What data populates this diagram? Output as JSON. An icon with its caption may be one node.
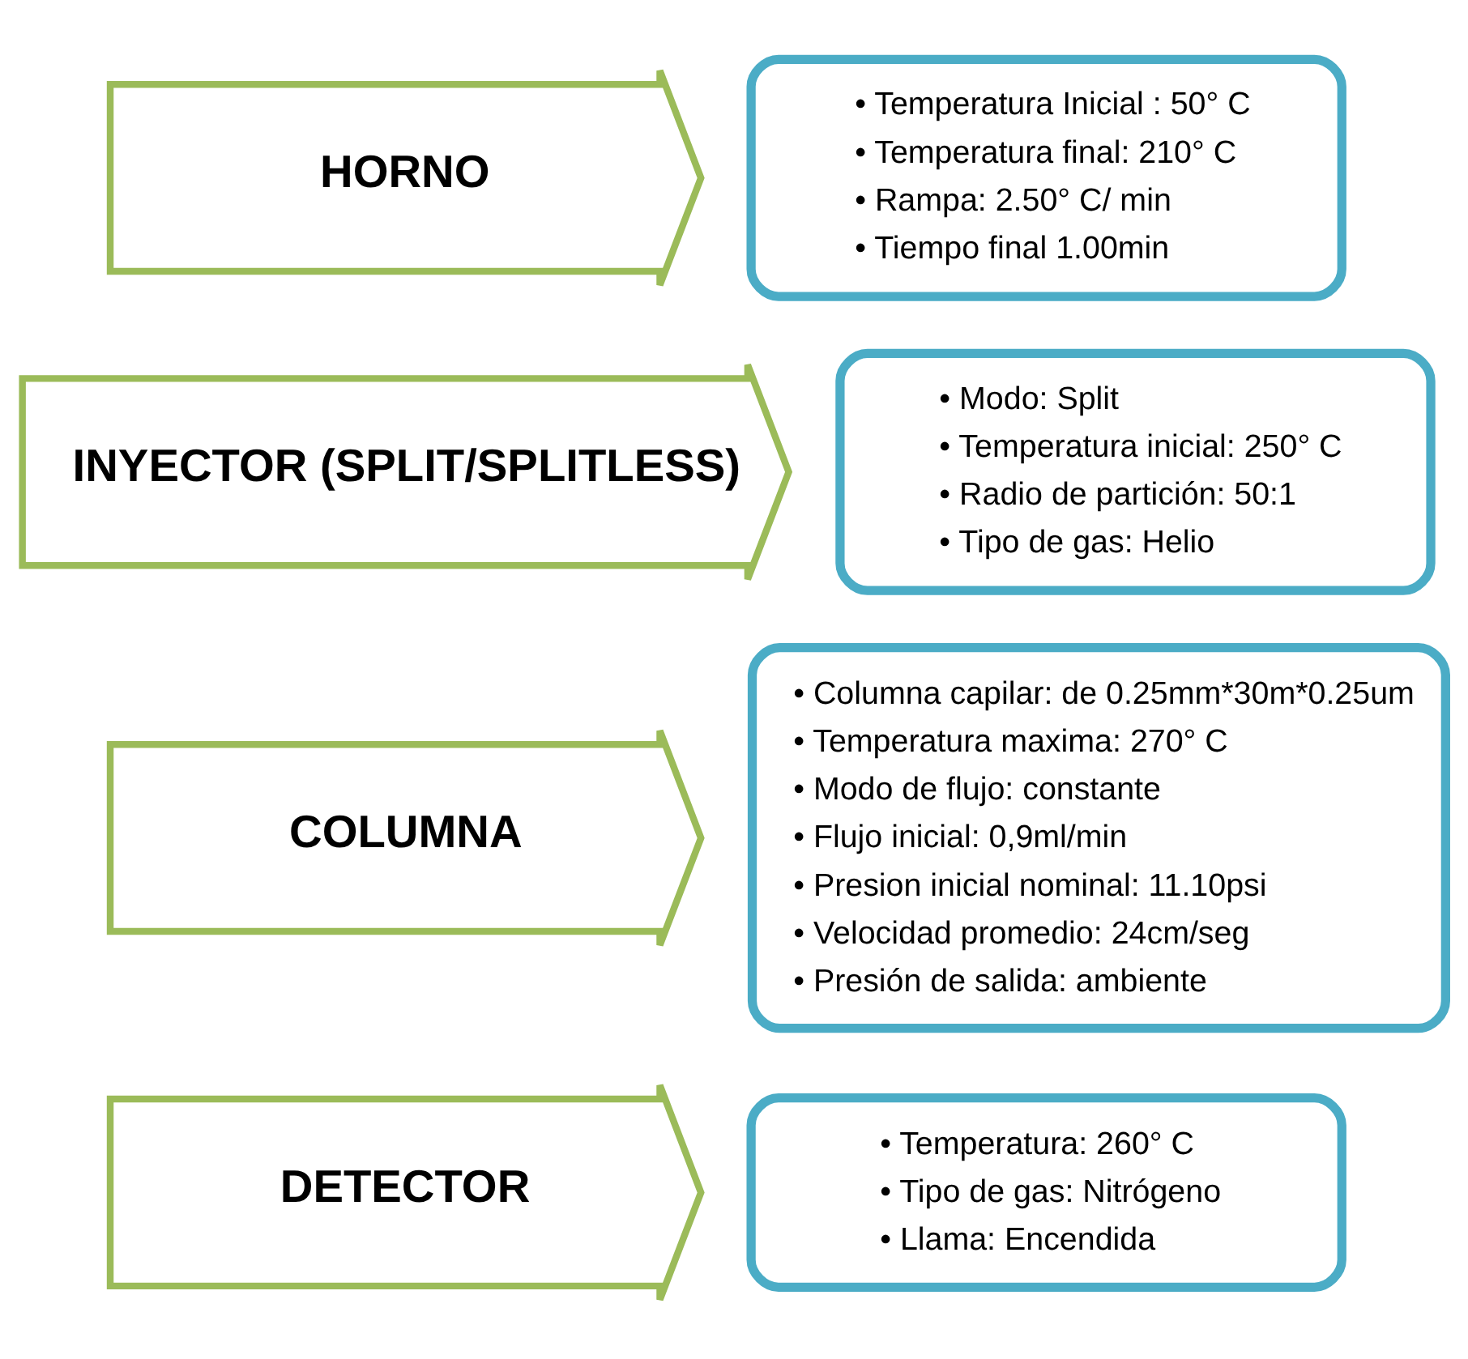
{
  "diagram": {
    "nodes": [
      {
        "text": [
          "HORNO"
        ]
      },
      {
        "text": [
          "• Temperatura Inicial : 50° C",
          "• Temperatura final: 210° C",
          "• Rampa: 2.50° C/ min",
          "• Tiempo final 1.00min"
        ]
      },
      {
        "text": [
          "INYECTOR (SPLIT/SPLITLESS)"
        ]
      },
      {
        "text": [
          "• Modo: Split",
          "• Temperatura inicial: 250° C",
          "• Radio de partición: 50:1",
          "• Tipo de gas: Helio"
        ]
      },
      {
        "text": [
          "COLUMNA"
        ]
      },
      {
        "text": [
          "• Columna capilar: de 0.25mm*30m*0.25um",
          "• Temperatura maxima: 270° C",
          "• Modo de flujo: constante",
          "• Flujo inicial: 0,9ml/min",
          "• Presion inicial nominal: 11.10psi",
          "• Velocidad promedio: 24cm/seg",
          "• Presión de salida: ambiente"
        ]
      },
      {
        "text": [
          "DETECTOR"
        ]
      },
      {
        "text": [
          "• Temperatura: 260° C",
          "• Tipo de gas: Nitrógeno",
          "• Llama: Encendida"
        ]
      }
    ]
  }
}
